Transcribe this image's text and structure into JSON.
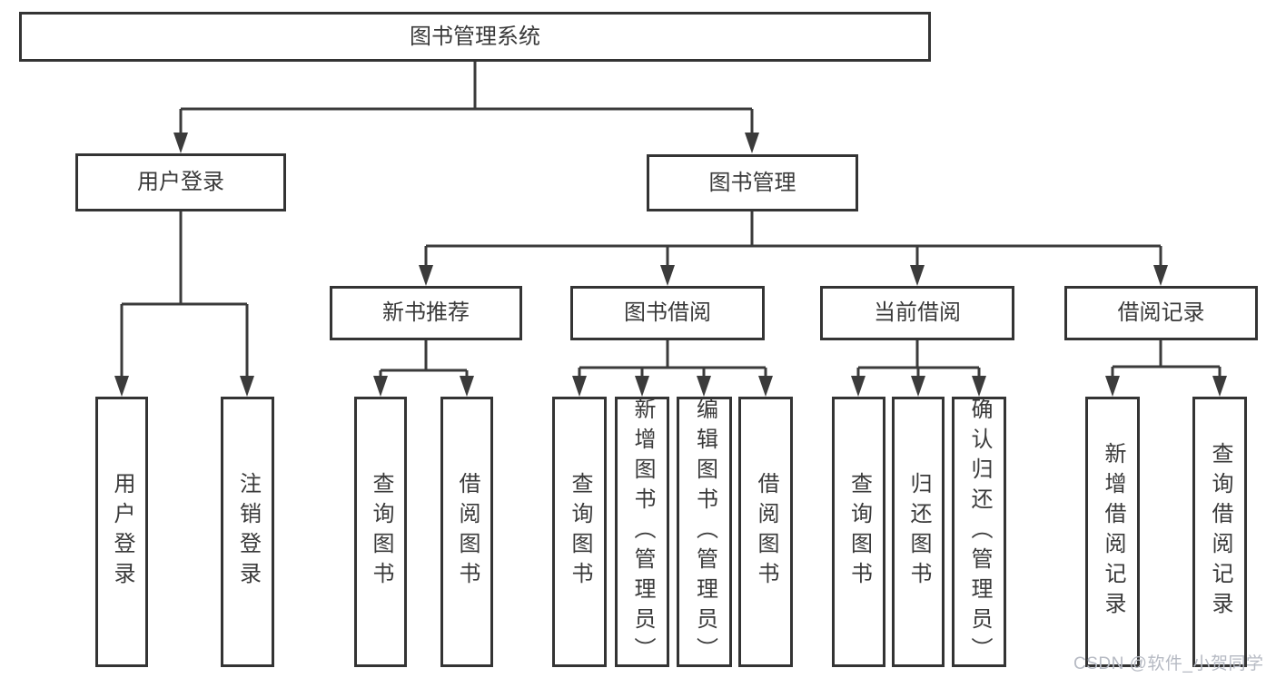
{
  "diagram": {
    "root": {
      "label": "图书管理系统"
    },
    "level2": [
      {
        "label": "用户登录"
      },
      {
        "label": "图书管理"
      }
    ],
    "level3": [
      {
        "label": "新书推荐",
        "parent": "图书管理"
      },
      {
        "label": "图书借阅",
        "parent": "图书管理"
      },
      {
        "label": "当前借阅",
        "parent": "图书管理"
      },
      {
        "label": "借阅记录",
        "parent": "图书管理"
      }
    ],
    "leaves": [
      {
        "label": "用户登录",
        "parent": "用户登录"
      },
      {
        "label": "注销登录",
        "parent": "用户登录"
      },
      {
        "label": "查询图书",
        "parent": "新书推荐"
      },
      {
        "label": "借阅图书",
        "parent": "新书推荐"
      },
      {
        "label": "查询图书",
        "parent": "图书借阅"
      },
      {
        "label": "新增图书（管理员）",
        "parent": "图书借阅"
      },
      {
        "label": "编辑图书（管理员）",
        "parent": "图书借阅"
      },
      {
        "label": "借阅图书",
        "parent": "图书借阅"
      },
      {
        "label": "查询图书",
        "parent": "当前借阅"
      },
      {
        "label": "归还图书",
        "parent": "当前借阅"
      },
      {
        "label": "确认归还（管理员）",
        "parent": "当前借阅"
      },
      {
        "label": "新增借阅记录",
        "parent": "借阅记录"
      },
      {
        "label": "查询借阅记录",
        "parent": "借阅记录"
      }
    ]
  },
  "watermark": {
    "text": "CSDN @软件_小贺同学"
  },
  "colors": {
    "border": "#343434",
    "line": "#3b3b3b",
    "text": "#3a3a3a",
    "background": "#ffffff",
    "watermark": "#b6bac3"
  }
}
